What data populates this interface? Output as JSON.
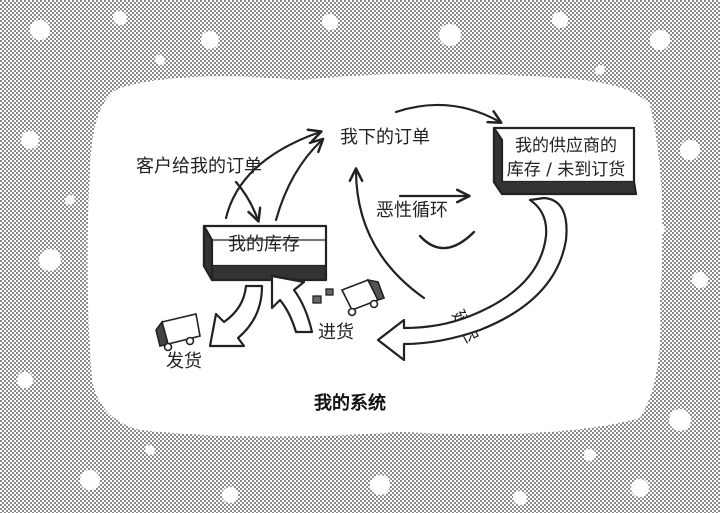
{
  "diagram": {
    "caption": "我的系统",
    "nodes": {
      "my_inventory": "我的库存",
      "supplier_line1": "我的供应商的",
      "supplier_line2": "库存 / 未到订货"
    },
    "labels": {
      "customer_orders": "客户给我的订单",
      "my_orders": "我下的订单",
      "vicious_cycle": "恶性循环",
      "ship": "发货",
      "restock": "进货",
      "delay": "延迟"
    }
  },
  "colors": {
    "ink": "#222222",
    "border_dots": "#3a3a3a",
    "background": "#ffffff"
  },
  "icons": [
    "delivery-truck-icon",
    "supply-truck-icon",
    "small-parcel-icon"
  ]
}
